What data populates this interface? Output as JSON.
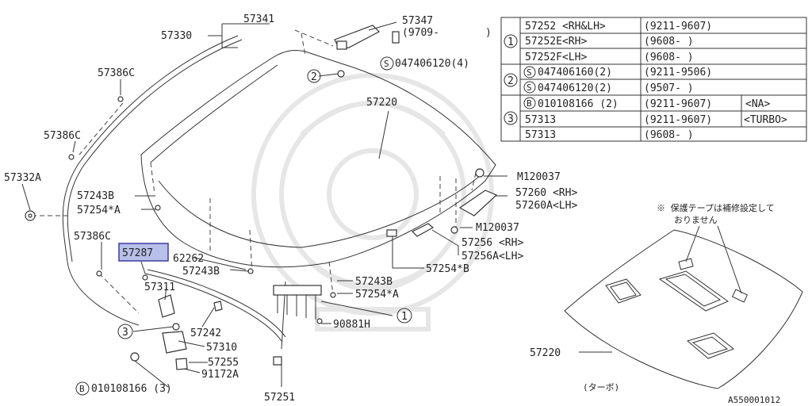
{
  "labels": {
    "p57341": "57341",
    "p57347": "57347",
    "p9709": "(9709-",
    "p9709_close": ")",
    "p57330": "57330",
    "p047_4": "047406120(4)",
    "p57386c_1": "57386C",
    "p57386c_2": "57386C",
    "p57386c_3": "57386C",
    "p57220_top": "57220",
    "p57332a": "57332A",
    "p57243b_1": "57243B",
    "p57254a_1": "57254*A",
    "pM120037_1": "M120037",
    "p57260": "57260 <RH>",
    "p57260a": "57260A<LH>",
    "pM120037_2": "M120037",
    "p57256": "57256 <RH>",
    "p57256a": "57256A<LH>",
    "p57287": "57287",
    "p62262": "62262",
    "p57243b_2": "57243B",
    "p57254b": "57254*B",
    "p57311": "57311",
    "p57243b_3": "57243B",
    "p57254a_2": "57254*A",
    "p90881h": "90881H",
    "p57242": "57242",
    "p57310": "57310",
    "p57255": "57255",
    "p91172a": "91172A",
    "p010108166_3": "010108166 (3)",
    "p57251": "57251",
    "p57220_bottom": "57220",
    "turbo_caption": "(ターボ)",
    "note_line1": "※ 保護テープは補修設定して",
    "note_line2": "おりません",
    "drawing_id": "A550001012",
    "callout_1": "1",
    "callout_2": "2",
    "callout_3": "3",
    "callout_3b": "3",
    "prefix_s": "S",
    "prefix_b": "B"
  },
  "table": {
    "groups": [
      {
        "callout": "1",
        "rows": [
          {
            "part": "57252 <RH&LH>",
            "prefix": "",
            "dates": "(9211-9607)",
            "note": ""
          },
          {
            "part": "57252E<RH>",
            "prefix": "",
            "dates": "(9608-     )",
            "note": ""
          },
          {
            "part": "57252F<LH>",
            "prefix": "",
            "dates": "(9608-     )",
            "note": ""
          }
        ]
      },
      {
        "callout": "2",
        "rows": [
          {
            "part": "047406160(2)",
            "prefix": "S",
            "dates": "(9211-9506)",
            "note": ""
          },
          {
            "part": "047406120(2)",
            "prefix": "S",
            "dates": "(9507-     )",
            "note": ""
          }
        ]
      },
      {
        "callout": "3",
        "rows": [
          {
            "part": "010108166 (2)",
            "prefix": "B",
            "dates": "(9211-9607)",
            "note": "<NA>"
          },
          {
            "part": "57313",
            "prefix": "",
            "dates": "(9211-9607)",
            "note": "<TURBO>"
          },
          {
            "part": "57313",
            "prefix": "",
            "dates": "(9608-     )",
            "note": ""
          }
        ]
      }
    ]
  },
  "colors": {
    "highlight_fill": "#b8bfe8",
    "highlight_stroke": "#3b3fa0",
    "line": "#333333"
  }
}
